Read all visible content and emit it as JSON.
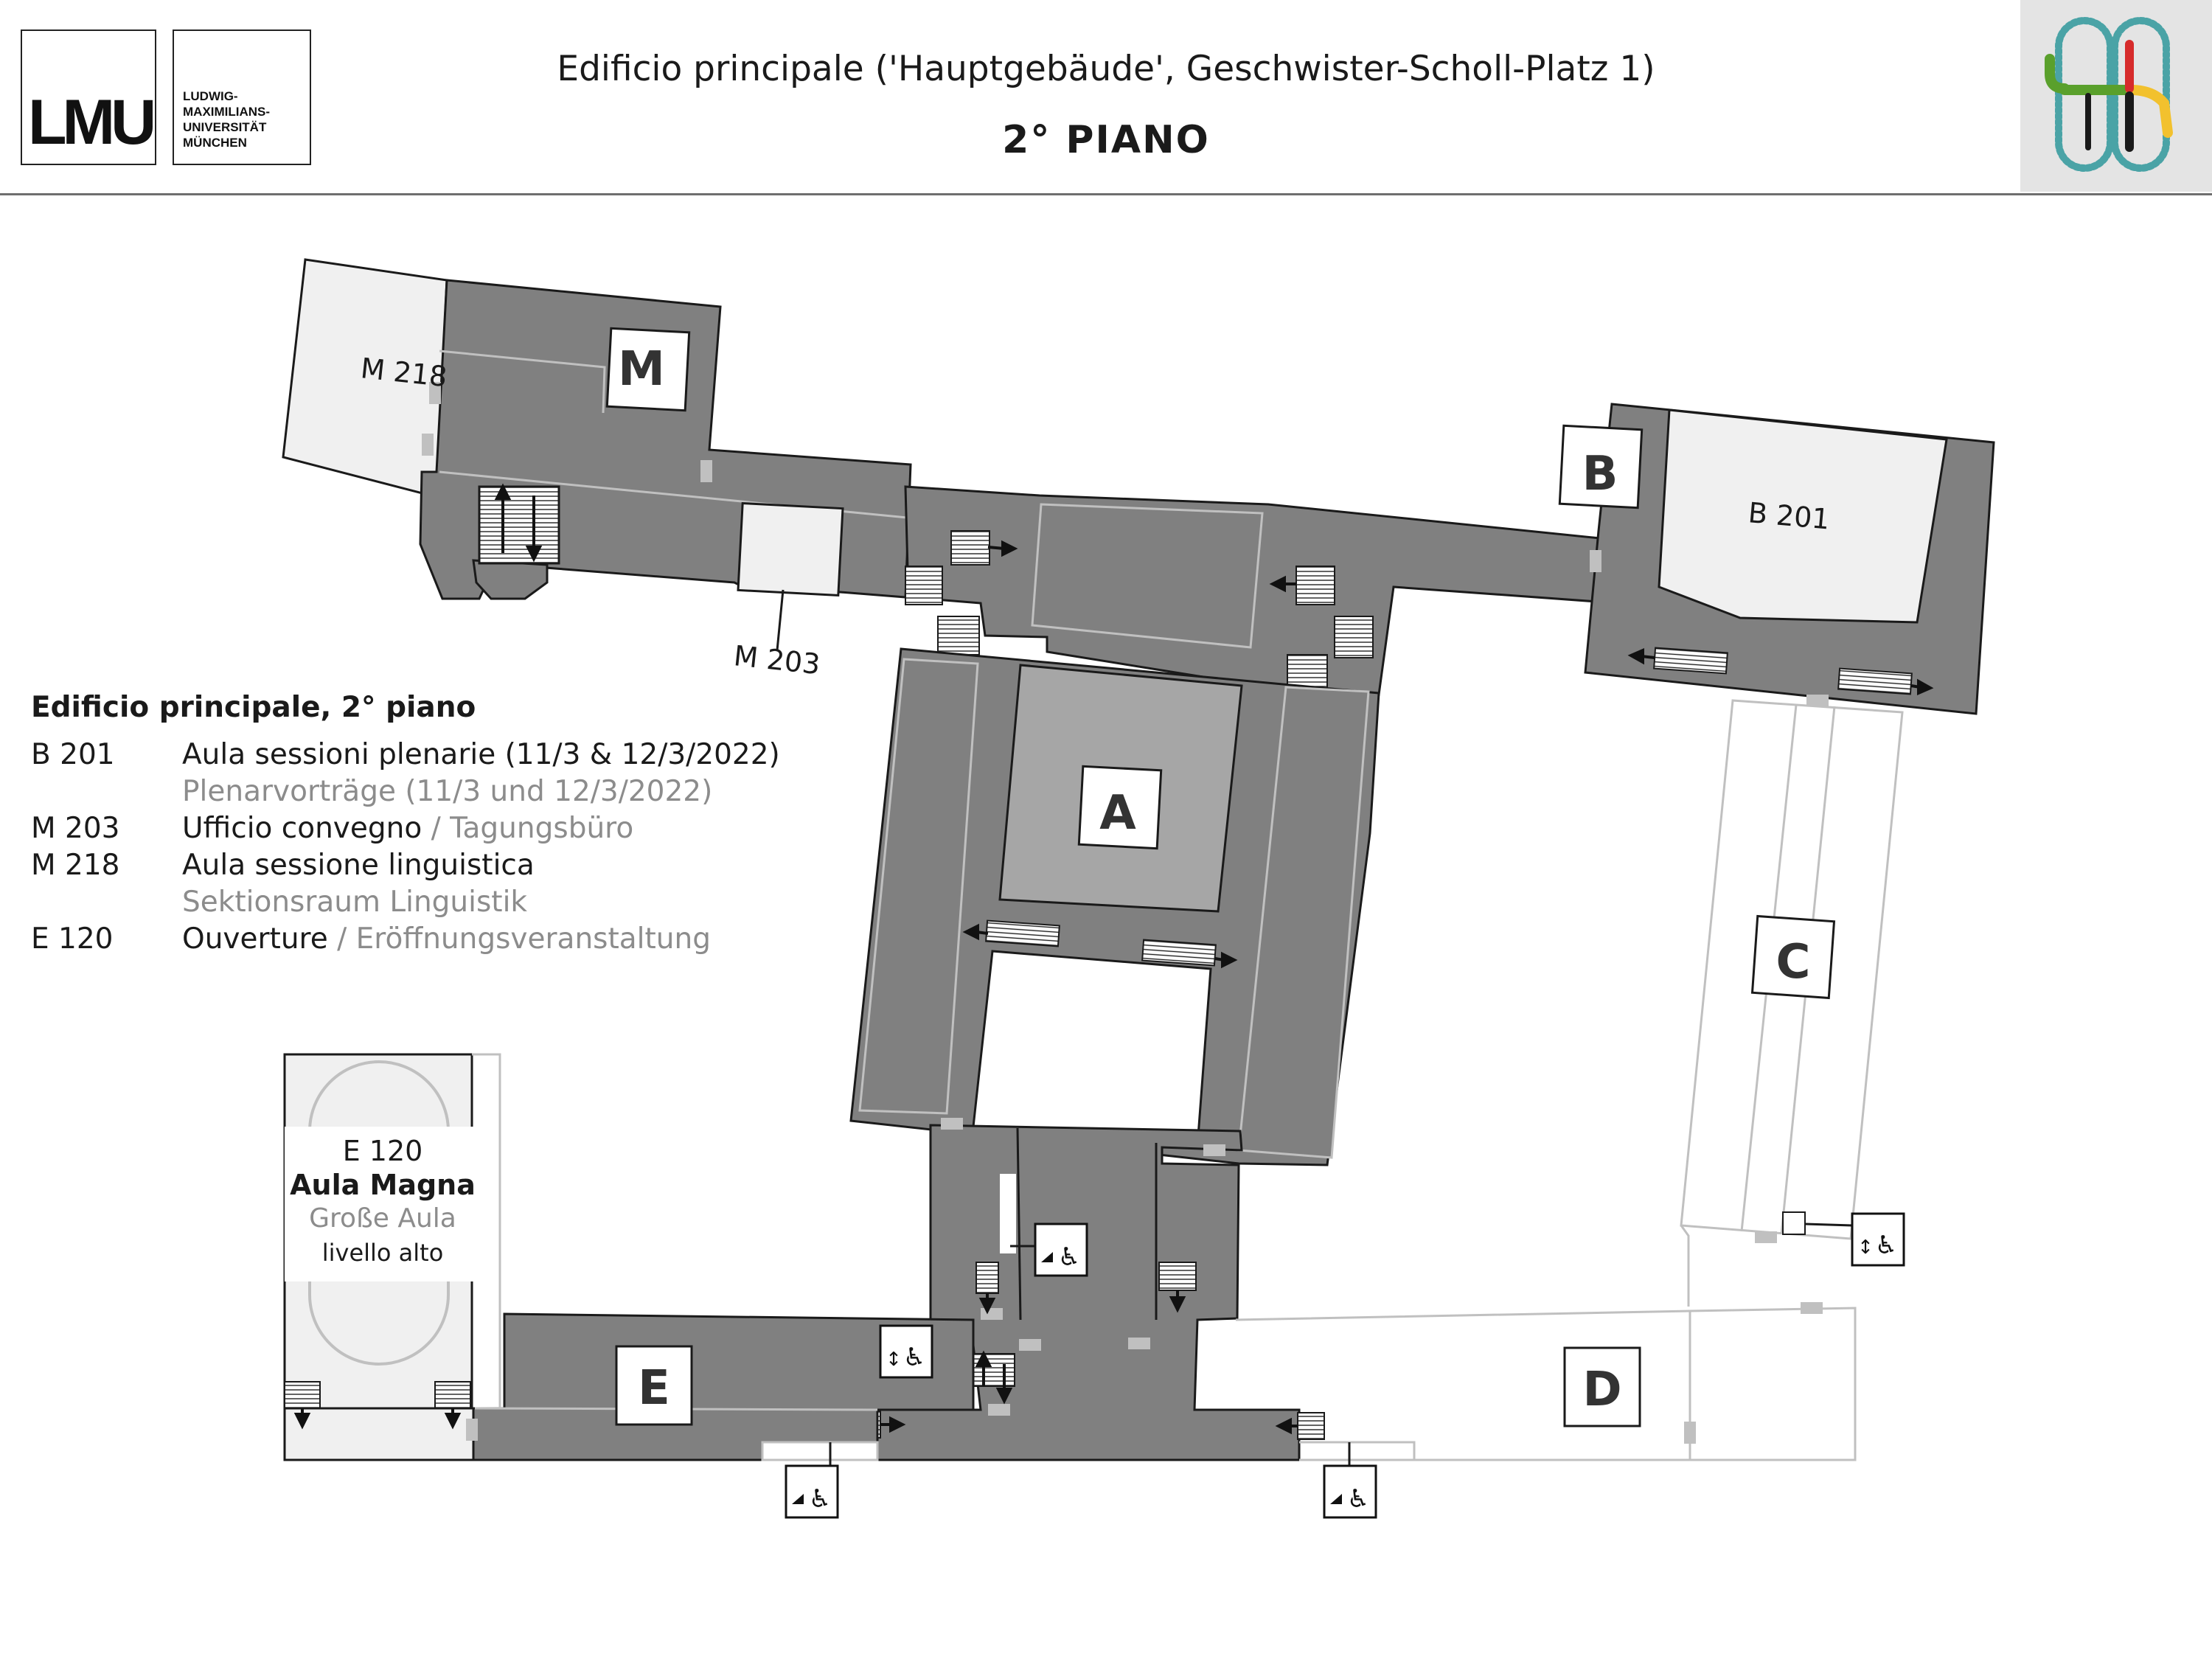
{
  "header": {
    "logo_text": "LMU",
    "logo_name": "LUDWIG-\nMAXIMILIANS-\nUNIVERSITÄT\nMÜNCHEN",
    "title": "Edificio principale ('Hauptgebäude', Geschwister-Scholl-Platz 1)",
    "subtitle": "2° PIANO"
  },
  "legend": {
    "title": "Edificio principale, 2° piano",
    "entries": [
      {
        "code": "B 201",
        "name": "Aula sessioni plenarie (11/3 & 12/3/2022)",
        "name_sep": "",
        "name_de": "",
        "sub_de": "Plenarvorträge (11/3 und 12/3/2022)"
      },
      {
        "code": "M 203",
        "name": "Ufficio convegno",
        "name_sep": " / ",
        "name_de": "Tagungsbüro",
        "sub_de": ""
      },
      {
        "code": "M 218",
        "name": "Aula sessione linguistica",
        "name_sep": "",
        "name_de": "",
        "sub_de": "Sektionsraum Linguistik"
      },
      {
        "code": "E 120",
        "name": "Ouverture",
        "name_sep": " / ",
        "name_de": "Eröffnungsveranstaltung",
        "sub_de": ""
      }
    ]
  },
  "map": {
    "wings": [
      "M",
      "B",
      "A",
      "C",
      "D",
      "E"
    ],
    "rooms": {
      "m218": "M 218",
      "m203": "M 203",
      "b201": "B 201"
    },
    "aula": {
      "code": "E 120",
      "name": "Aula Magna",
      "name_de": "Große Aula",
      "level": "livello alto"
    },
    "icons": [
      "stairs-icon",
      "elevator-icon",
      "wheelchair-icon",
      "ramp-icon",
      "door-icon",
      "arrow-icon"
    ]
  },
  "colors": {
    "building": "#808080",
    "courtyard": "#a6a6a6",
    "room": "#f0f0f0",
    "outline": "#1a1a1a",
    "secondary_text": "#8c8c8c",
    "door": "#c0c0c0"
  }
}
